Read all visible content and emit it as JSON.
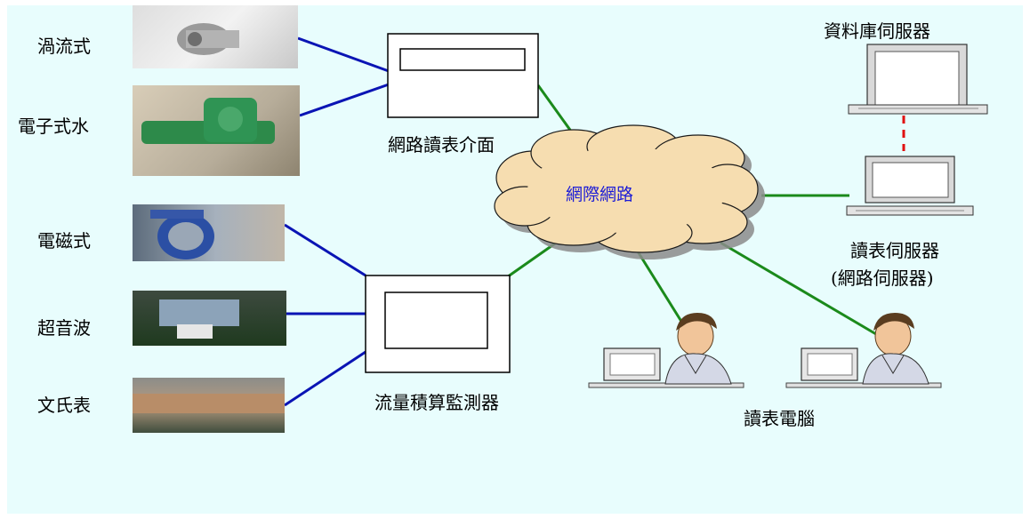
{
  "meters": [
    {
      "key": "vortex",
      "label": "渦流式"
    },
    {
      "key": "electronic",
      "label": "電子式水"
    },
    {
      "key": "electromagnetic",
      "label": "電磁式"
    },
    {
      "key": "ultrasonic",
      "label": "超音波"
    },
    {
      "key": "venturi",
      "label": "文氏表"
    }
  ],
  "nodes": {
    "network_interface": "網路讀表介面",
    "flow_monitor": "流量積算監測器",
    "internet": "網際網路",
    "database_server": "資料庫伺服器",
    "reading_server_line1": "讀表伺服器",
    "reading_server_line2": "(網路伺服器)",
    "reading_pc": "讀表電腦"
  },
  "colors": {
    "background": "#e8fdfd",
    "meter_link": "#0a14b4",
    "network_link": "#1b8a1b",
    "server_link": "#e01010",
    "cloud_label": "#1c1cd6"
  }
}
